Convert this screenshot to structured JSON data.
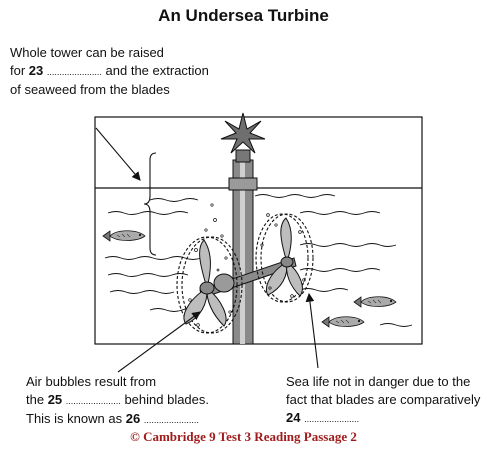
{
  "title": "An Undersea Turbine",
  "label_top": {
    "line1": "Whole tower can be raised",
    "line2_prefix": "for",
    "q1": "23",
    "blank1": "......................",
    "line2_suffix": "and the extraction",
    "line3": "of seaweed from the blades"
  },
  "label_bottom_left": {
    "line1": "Air bubbles result from",
    "line2_prefix": "the",
    "q1": "25",
    "blank1": "......................",
    "line2_suffix": "behind blades.",
    "line3_prefix": "This is known as",
    "q2": "26",
    "blank2": "......................"
  },
  "label_bottom_right": {
    "line1": "Sea life not in danger due to the",
    "line2": "fact that blades are comparatively",
    "q1": "24",
    "blank1": "......................"
  },
  "footer": "© Cambridge 9 Test 3 Reading Passage 2"
}
